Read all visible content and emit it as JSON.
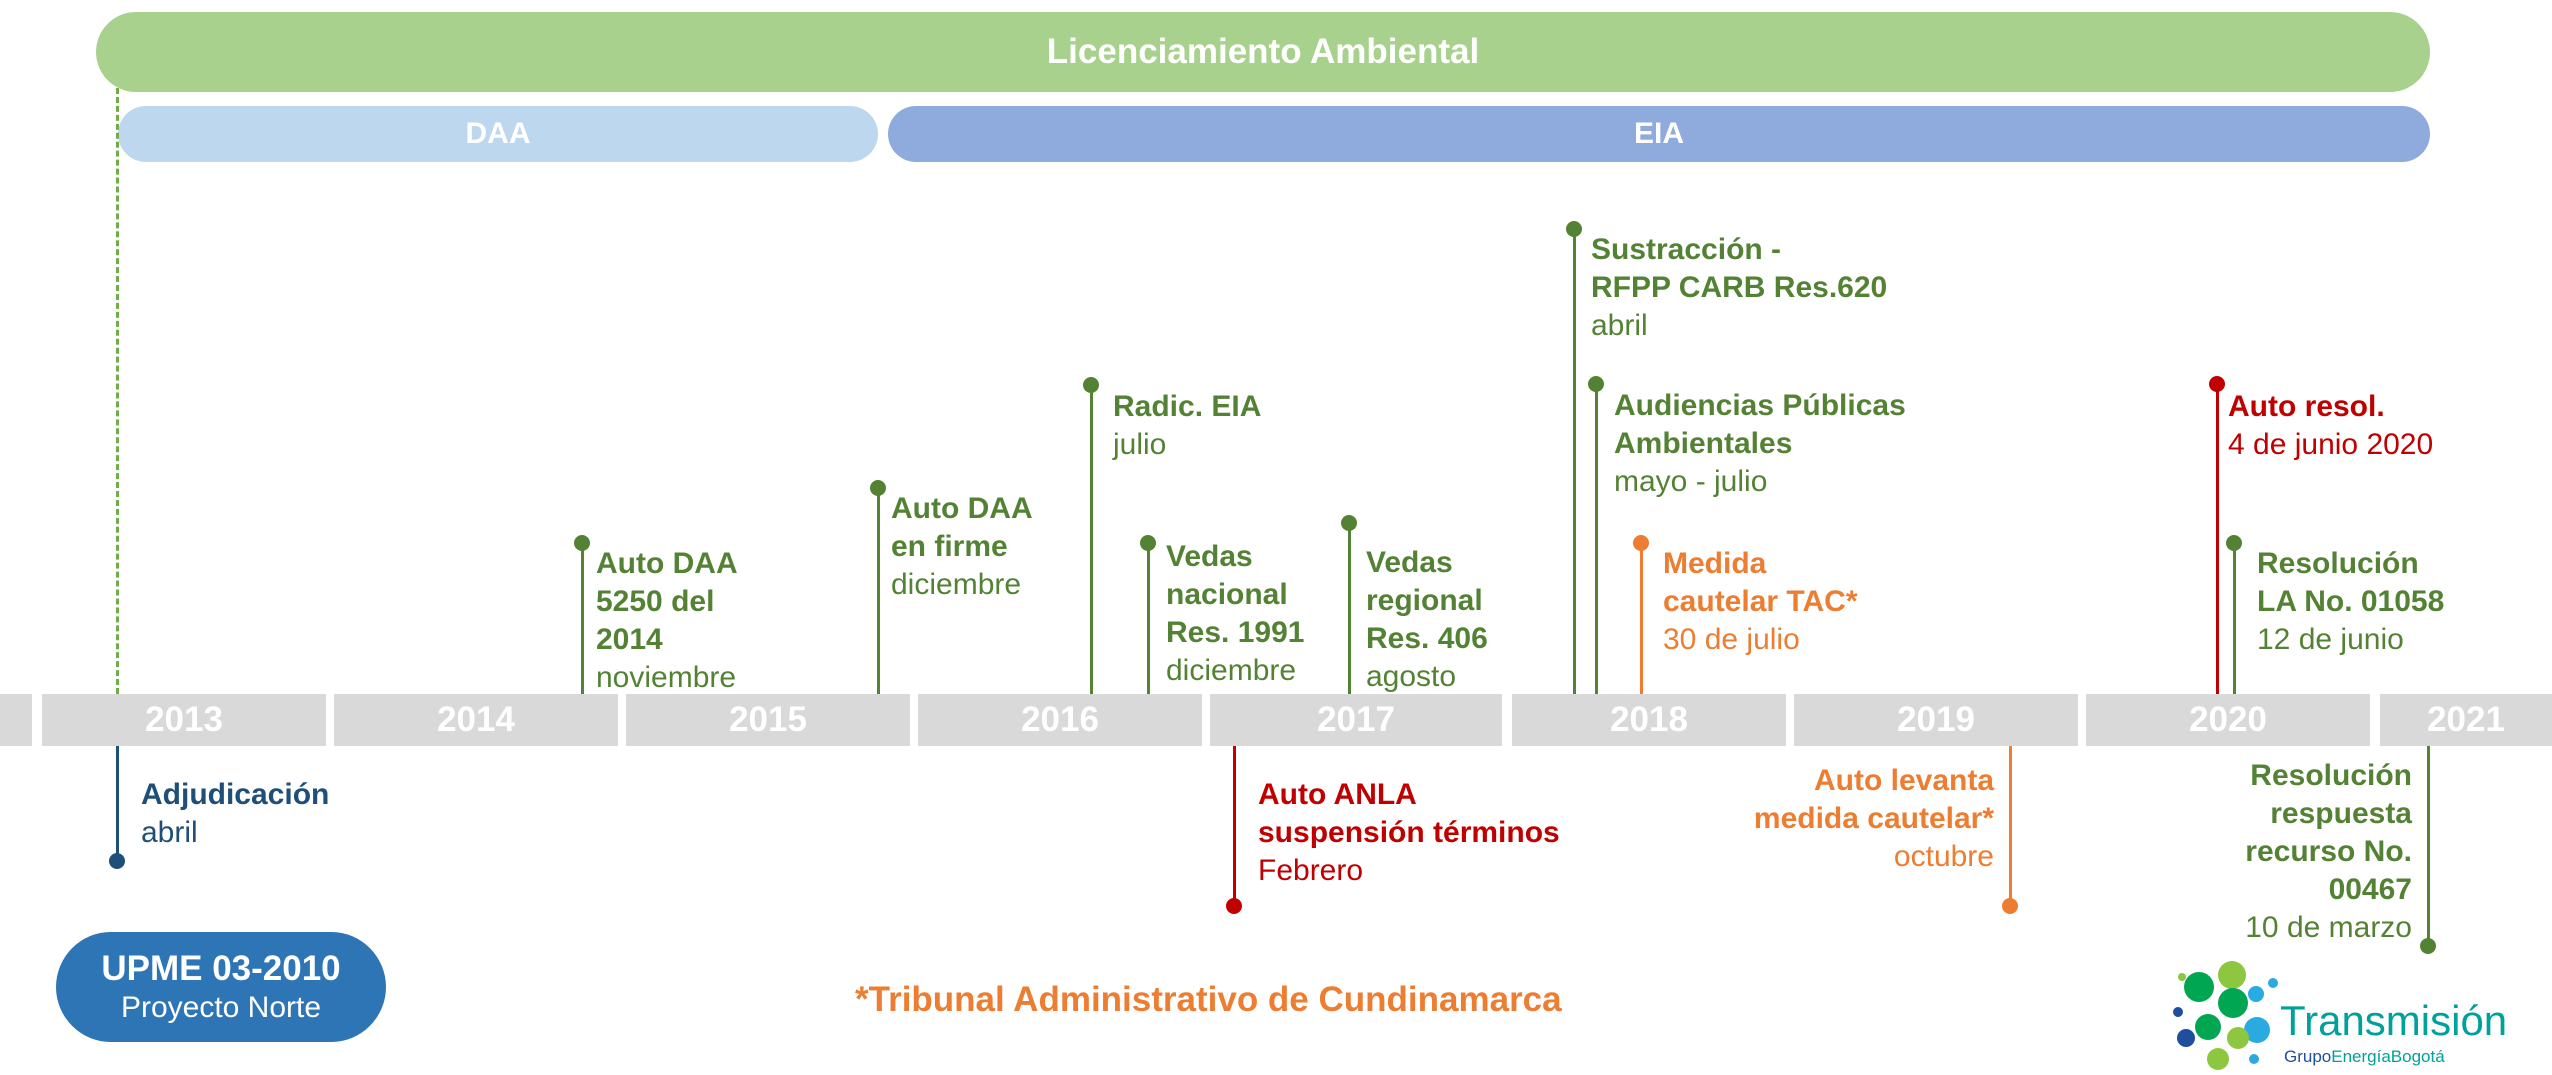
{
  "header": {
    "licenciamiento": "Licenciamiento Ambiental",
    "daa": "DAA",
    "eia": "EIA"
  },
  "colors": {
    "licenciamiento_band": "#a9d18e",
    "daa_band": "#bdd7ee",
    "eia_band": "#8faadc",
    "year_bar": "#d9d9d9",
    "green": "#548235",
    "navy": "#1f4e79",
    "red": "#c00000",
    "orange": "#ed7d31",
    "badge": "#2e75b6"
  },
  "years": [
    "2013",
    "2014",
    "2015",
    "2016",
    "2017",
    "2018",
    "2019",
    "2020",
    "2021"
  ],
  "events_above": [
    {
      "title": [
        "Auto DAA",
        "5250 del",
        "2014"
      ],
      "date": "noviembre"
    },
    {
      "title": [
        "Auto DAA",
        "en firme"
      ],
      "date": "diciembre"
    },
    {
      "title": [
        "Radic. EIA"
      ],
      "date": "julio"
    },
    {
      "title": [
        "Vedas",
        "nacional",
        "Res. 1991"
      ],
      "date": "diciembre"
    },
    {
      "title": [
        "Vedas",
        "regional",
        "Res. 406"
      ],
      "date": "agosto"
    },
    {
      "title": [
        "Sustracción -",
        "RFPP CARB Res.620"
      ],
      "date": "abril"
    },
    {
      "title": [
        "Audiencias Públicas",
        "Ambientales"
      ],
      "date": "mayo - julio"
    },
    {
      "title": [
        "Medida",
        "cautelar TAC*"
      ],
      "date": "30 de julio"
    },
    {
      "title": [
        "Auto resol."
      ],
      "date": "4 de junio 2020"
    },
    {
      "title": [
        "Resolución",
        "LA No. 01058"
      ],
      "date": "12 de junio"
    }
  ],
  "events_below": [
    {
      "title": [
        "Adjudicación"
      ],
      "date": "abril"
    },
    {
      "title": [
        "Auto ANLA",
        "suspensión términos"
      ],
      "date": "Febrero"
    },
    {
      "title": [
        "Auto levanta",
        "medida cautelar*"
      ],
      "date": "octubre"
    },
    {
      "title": [
        "Resolución",
        "respuesta",
        "recurso No.",
        "00467"
      ],
      "date": "10 de marzo"
    }
  ],
  "badge": {
    "title": "UPME 03-2010",
    "subtitle": "Proyecto Norte"
  },
  "footnote": "*Tribunal Administrativo de Cundinamarca",
  "logo": {
    "name": "Transmisión",
    "group": "Grupo",
    "company": "EnergíaBogotá"
  }
}
